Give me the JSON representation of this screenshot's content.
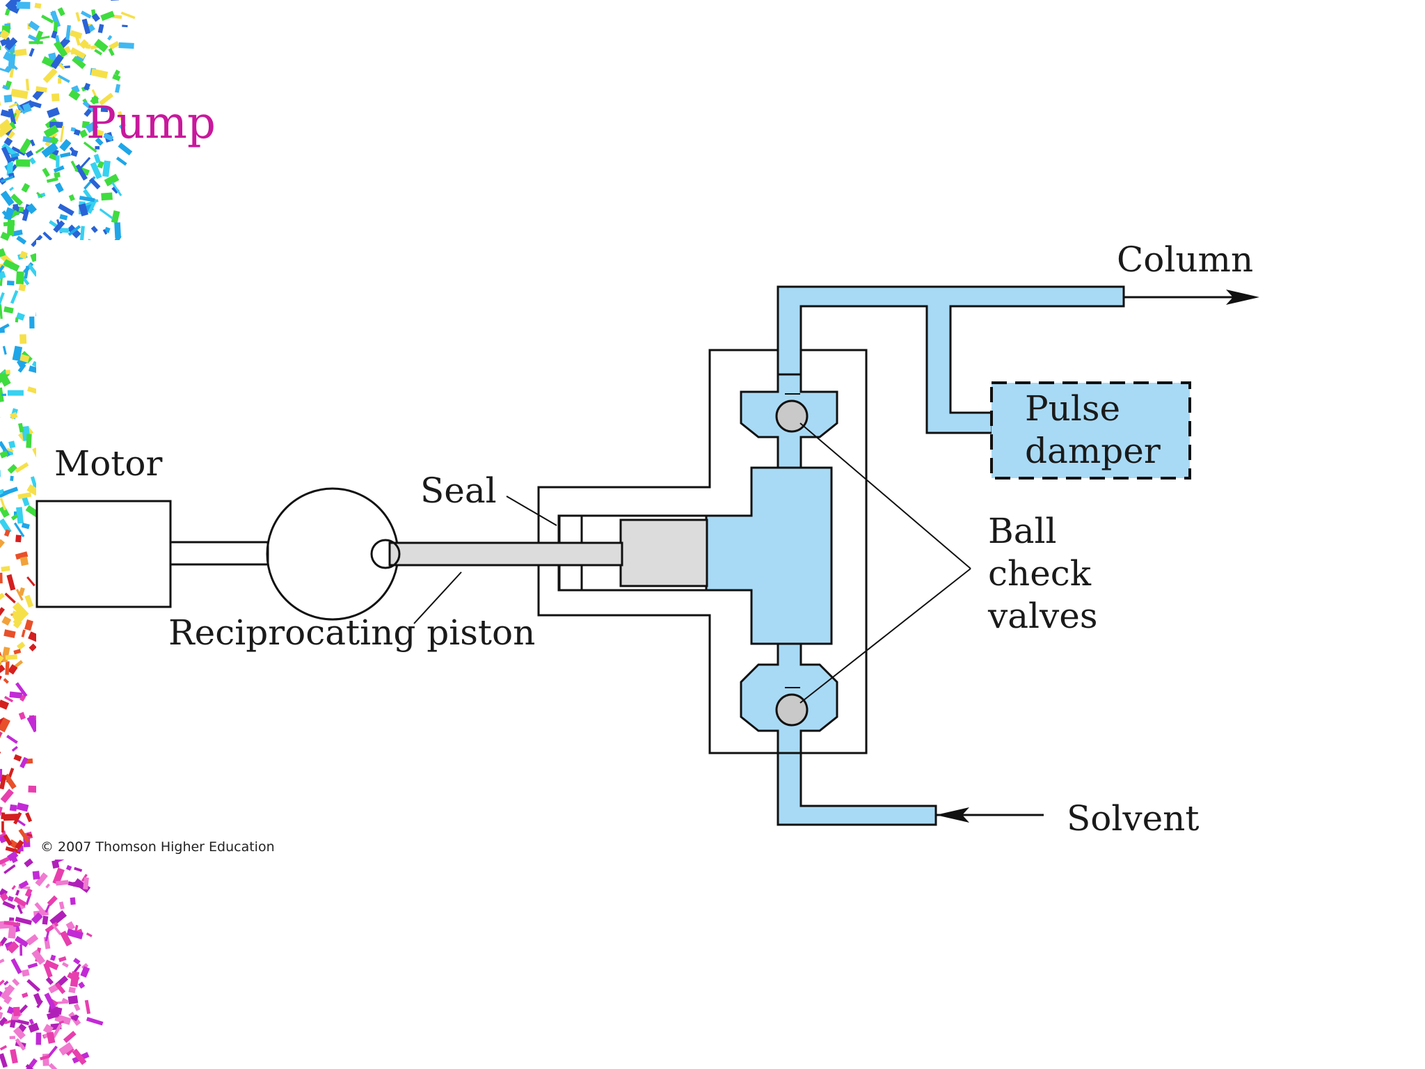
{
  "slide": {
    "title": "Pump",
    "copyright": "© 2007 Thomson Higher Education"
  },
  "labels": {
    "motor": "Motor",
    "seal": "Seal",
    "reciprocating_piston": "Reciprocating piston",
    "column": "Column",
    "pulse_damper_line1": "Pulse",
    "pulse_damper_line2": "damper",
    "ball_check_valves_line1": "Ball",
    "ball_check_valves_line2": "check",
    "ball_check_valves_line3": "valves",
    "solvent": "Solvent"
  },
  "colors": {
    "title": "#c8189c",
    "fluid": "#a8daf5",
    "ball": "#c9c9c9",
    "piston": "#dcdcdc"
  },
  "icons": {
    "left_border": "confetti-decoration"
  }
}
